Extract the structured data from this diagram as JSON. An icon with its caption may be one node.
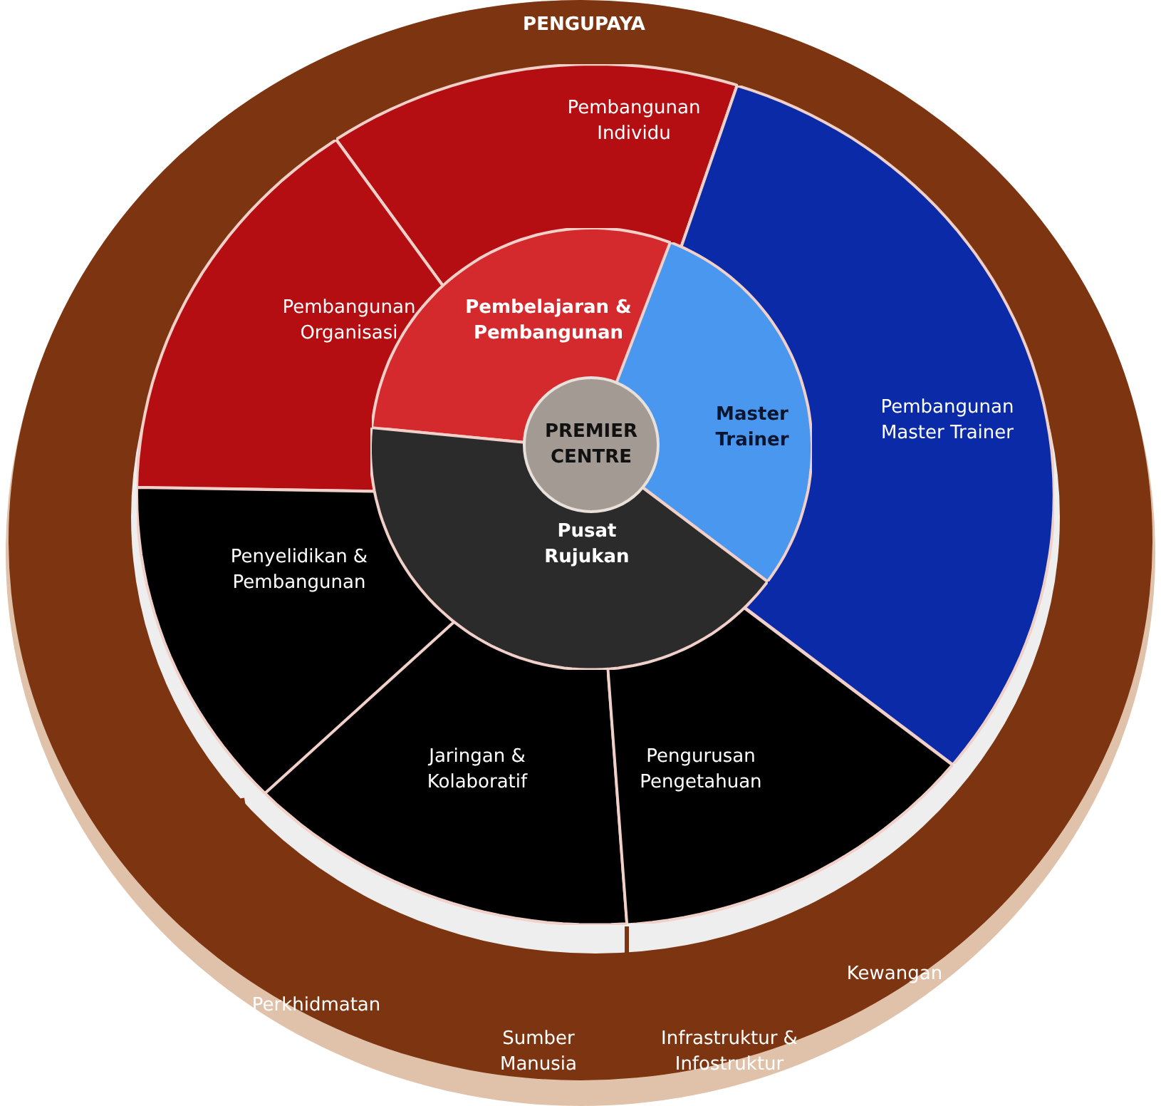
{
  "diagram": {
    "nodes": [
      {
        "text": [
          "PENGUPAYA"
        ]
      },
      {
        "text": [
          "Pembangunan Individu"
        ],
        "in": 0
      },
      {
        "text": [
          "Pembangunan Organisasi"
        ],
        "in": 0
      },
      {
        "text": [
          "Pembelajaran & Pembangunan"
        ],
        "in": 0
      },
      {
        "text": [
          "PREMIER CENTRE"
        ],
        "in": 0
      },
      {
        "text": [
          "Master Trainer"
        ],
        "in": 0
      },
      {
        "text": [
          "Pembangunan Master Trainer"
        ],
        "in": 0
      },
      {
        "text": [
          "Penyelidikan & Pembangunan"
        ],
        "in": 0
      },
      {
        "text": [
          "Pusat Rujukan"
        ],
        "in": 0
      },
      {
        "text": [
          "Jaringan & Kolaboratif"
        ],
        "in": 0
      },
      {
        "text": [
          "Pengurusan Pengetahuan"
        ],
        "in": 0
      },
      {
        "text": [
          "Kewangan"
        ],
        "in": 0
      },
      {
        "text": [
          "Perkhidmatan"
        ],
        "in": 0
      },
      {
        "text": [
          "Sumber Manusia"
        ],
        "in": 0
      },
      {
        "text": [
          "Infrastruktur & Infostruktur"
        ],
        "in": 0
      }
    ]
  }
}
